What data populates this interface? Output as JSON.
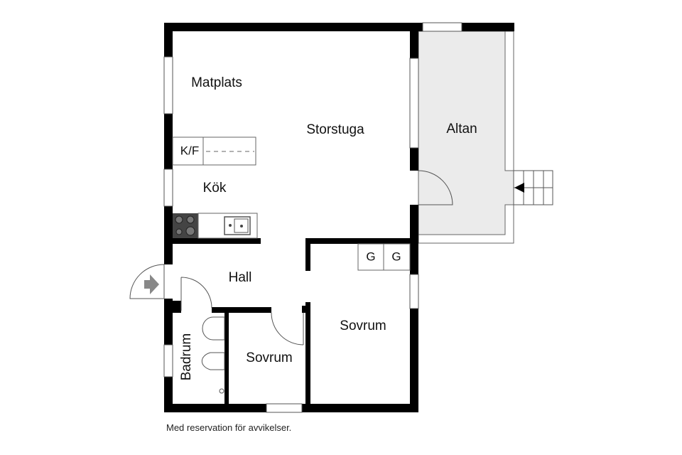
{
  "rooms": {
    "matplats": "Matplats",
    "storstuga": "Storstuga",
    "altan": "Altan",
    "kok": "Kök",
    "hall": "Hall",
    "sovrum_large": "Sovrum",
    "sovrum_small": "Sovrum",
    "badrum": "Badrum"
  },
  "fixtures": {
    "fridge_freezer": "K/F",
    "wardrobe_1": "G",
    "wardrobe_2": "G"
  },
  "footer": "Med reservation för avvikelser.",
  "colors": {
    "wall": "#000000",
    "altan_fill": "#ebebeb",
    "stove": "#444444",
    "entry_arrow": "#888888"
  }
}
